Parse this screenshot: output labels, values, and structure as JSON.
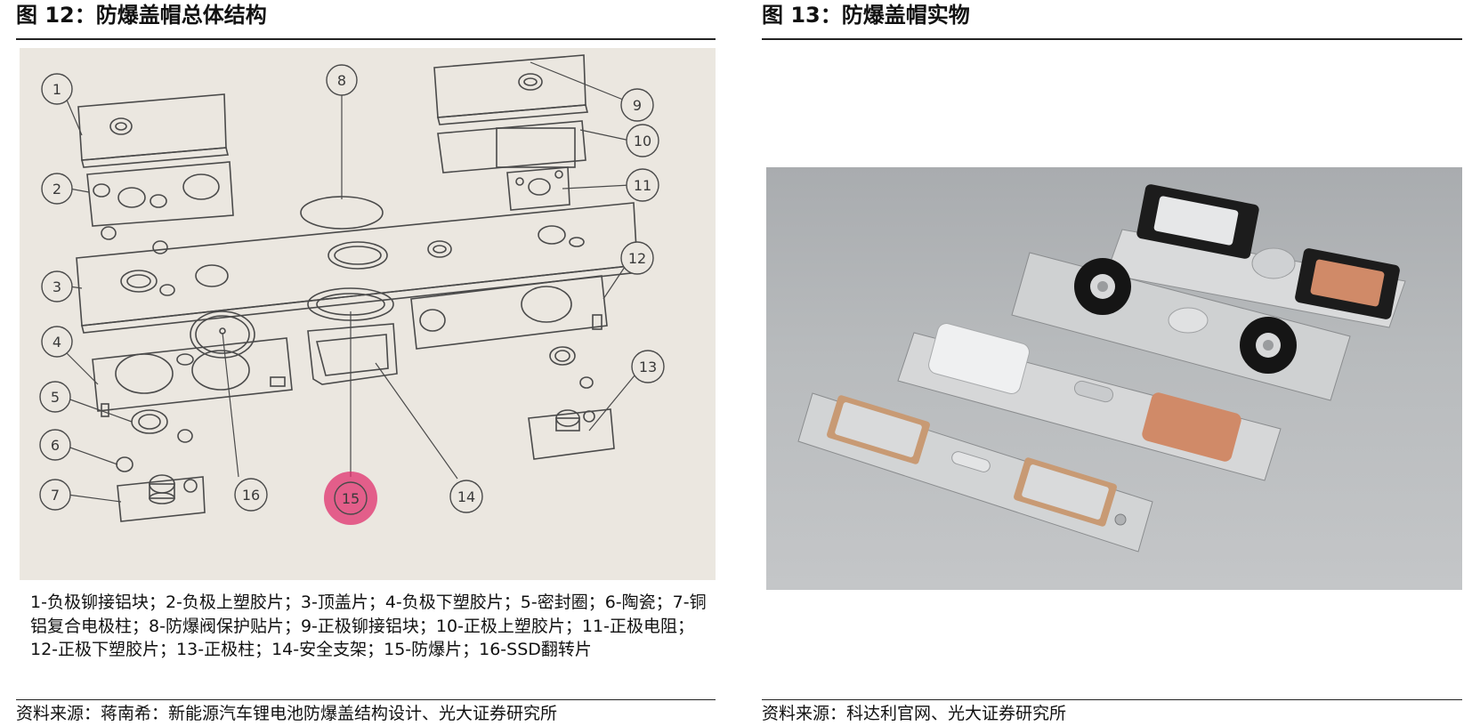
{
  "left_figure": {
    "title": "图 12：防爆盖帽总体结构",
    "callouts": [
      "1",
      "2",
      "3",
      "4",
      "5",
      "6",
      "7",
      "8",
      "9",
      "10",
      "11",
      "12",
      "13",
      "14",
      "15",
      "16"
    ],
    "caption": "1-负极铆接铝块；2-负极上塑胶片；3-顶盖片；4-负极下塑胶片；5-密封圈；6-陶瓷；7-铜铝复合电极柱；8-防爆阀保护贴片；9-正极铆接铝块；10-正极上塑胶片；11-正极电阻；12-正极下塑胶片；13-正极柱；14-安全支架；15-防爆片；16-SSD翻转片",
    "source": "资料来源：蒋南希：新能源汽车锂电池防爆盖结构设计、光大证券研究所"
  },
  "right_figure": {
    "title": "图 13：防爆盖帽实物",
    "source": "资料来源：科达利官网、光大证券研究所"
  },
  "colors": {
    "rule": "#222222",
    "drawing_paper": "#ebe7e0",
    "drawing_ink": "#4a4a4a",
    "highlight_stamp": "#e0306e",
    "photo_bg": "#b8bbbd",
    "copper": "#d08a68",
    "black_plastic": "#1c1c1c",
    "aluminum": "#d9dadb"
  }
}
